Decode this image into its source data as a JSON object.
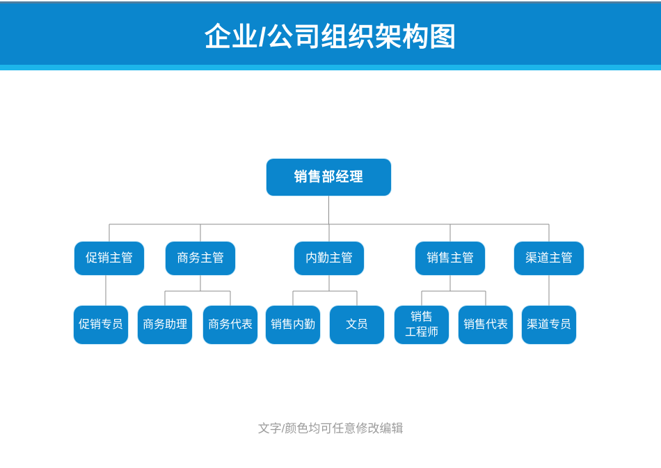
{
  "header": {
    "title": "企业/公司组织架构图"
  },
  "org": {
    "root": "销售部经理",
    "branches": [
      {
        "supervisor": "促销主管",
        "staff": [
          "促销专员"
        ]
      },
      {
        "supervisor": "商务主管",
        "staff": [
          "商务助理",
          "商务代表"
        ]
      },
      {
        "supervisor": "内勤主管",
        "staff": [
          "销售内勤",
          "文员"
        ]
      },
      {
        "supervisor": "销售主管",
        "staff": [
          "销售\n工程师",
          "销售代表"
        ]
      },
      {
        "supervisor": "渠道主管",
        "staff": [
          "渠道专员"
        ]
      }
    ]
  },
  "footer": {
    "note": "文字/颜色均可任意修改编辑"
  },
  "colors": {
    "primary_blue": "#0b86cd",
    "accent_cyan": "#1cb5ea",
    "top_line": "#4f7ea0",
    "connector_gray": "#8c8c8c",
    "node_text": "#ffffff",
    "footer_text": "#9b9b9b"
  }
}
